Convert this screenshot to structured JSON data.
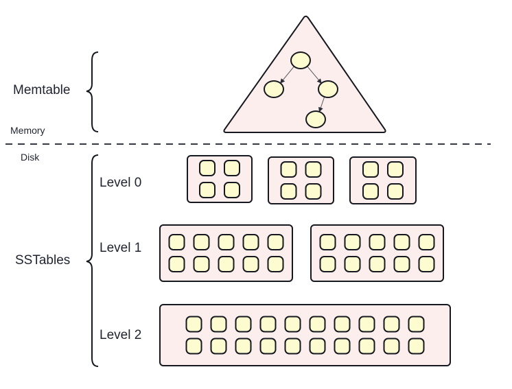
{
  "labels": {
    "memtable": "Memtable",
    "memory": "Memory",
    "disk": "Disk",
    "sstables": "SSTables"
  },
  "levels": [
    {
      "label": "Level 0",
      "sstables": [
        {
          "cols": 2,
          "rows": 2
        },
        {
          "cols": 2,
          "rows": 2
        },
        {
          "cols": 2,
          "rows": 2
        }
      ]
    },
    {
      "label": "Level 1",
      "sstables": [
        {
          "cols": 5,
          "rows": 2
        },
        {
          "cols": 5,
          "rows": 2
        }
      ]
    },
    {
      "label": "Level 2",
      "sstables": [
        {
          "cols": 10,
          "rows": 2
        }
      ]
    }
  ],
  "memtable_tree": {
    "nodes": 4,
    "edges": [
      [
        0,
        1
      ],
      [
        0,
        2
      ],
      [
        2,
        3
      ]
    ]
  },
  "colors": {
    "container_fill": "#fdeeee",
    "block_fill": "#fdfbd0",
    "stroke": "#15181f",
    "edge": "#555555"
  }
}
